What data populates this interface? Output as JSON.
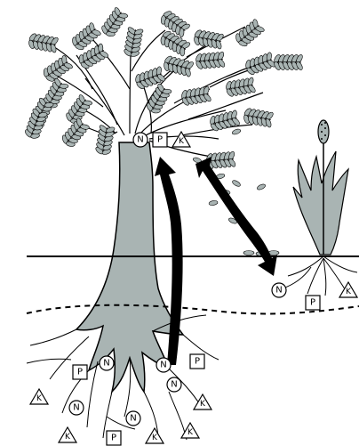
{
  "labels": {
    "nitrogen": "N",
    "phosphorus": "P",
    "potassium": "K"
  },
  "colors": {
    "foliage": "#a9b4b3",
    "trunk": "#a9b4b3",
    "outline": "#000000",
    "arrow": "#000000",
    "background": "#ffffff"
  },
  "symbol_shapes": {
    "nitrogen": "circle",
    "phosphorus": "square",
    "potassium": "triangle"
  }
}
